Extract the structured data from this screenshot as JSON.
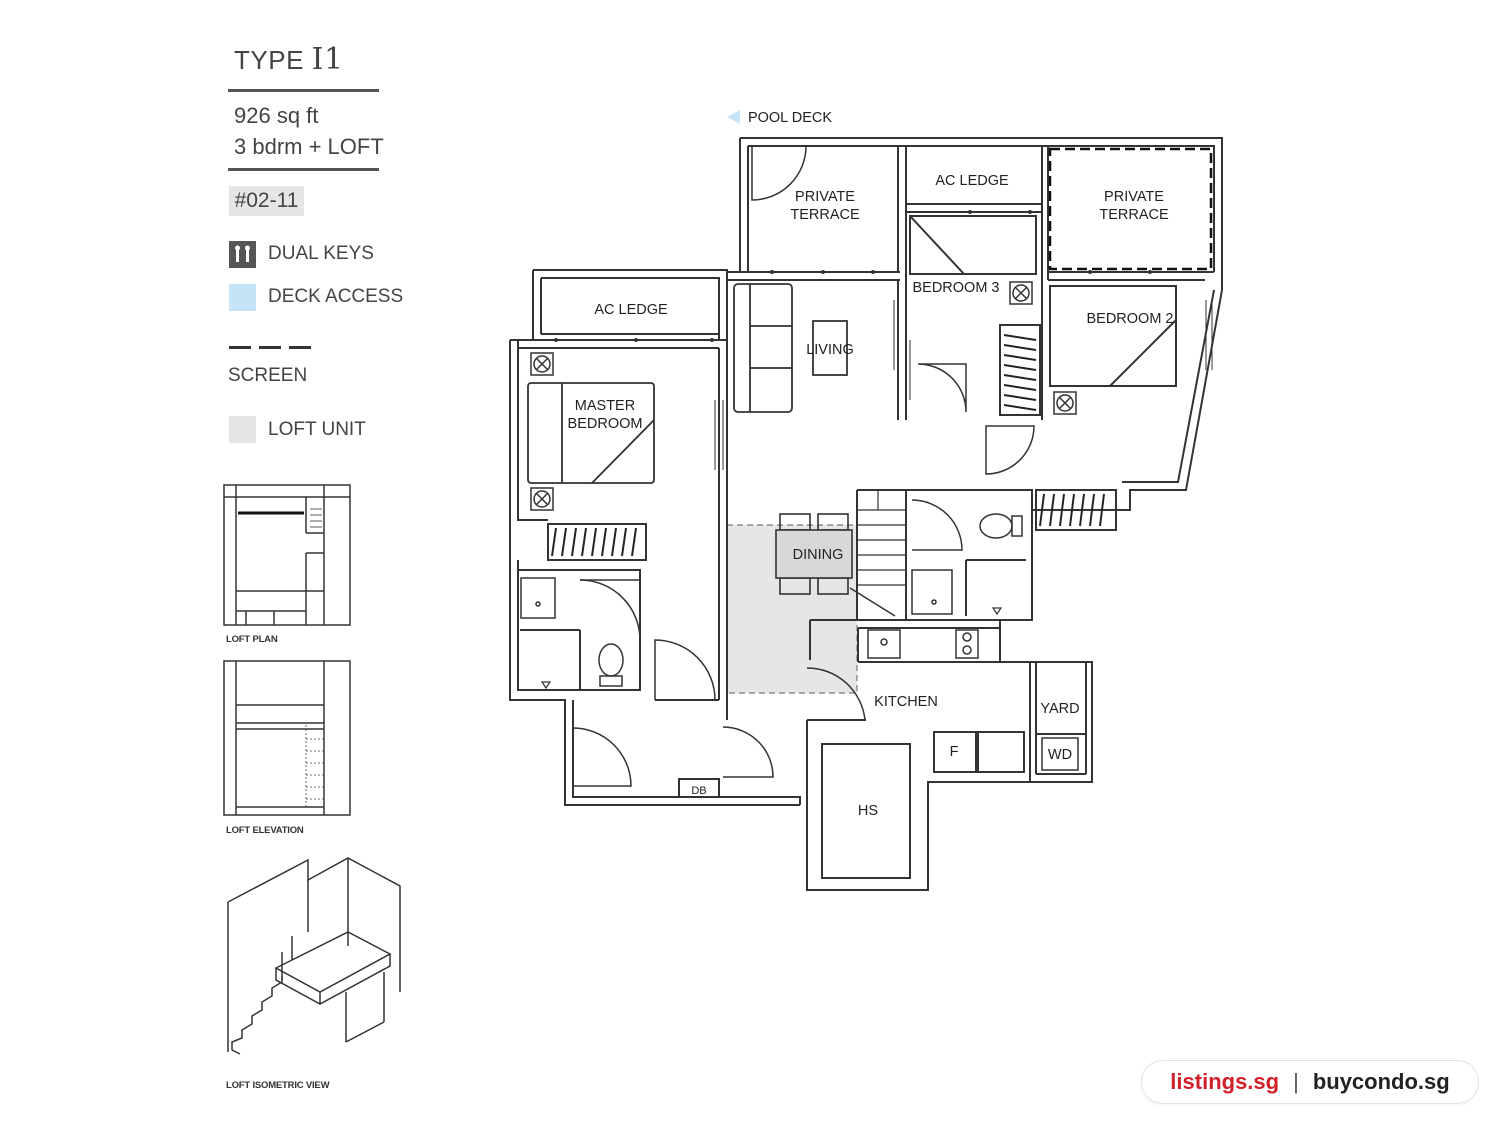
{
  "header": {
    "type_prefix": "TYPE",
    "type_code": "I1",
    "area": "926 sq ft",
    "bedrooms": "3 bdrm + LOFT",
    "unit_number": "#02-11"
  },
  "legend": {
    "dual_keys": "DUAL KEYS",
    "deck_access": "DECK ACCESS",
    "screen": "SCREEN",
    "loft_unit": "LOFT UNIT",
    "colors": {
      "dual_keys": "#555555",
      "deck_access": "#c5e4f7",
      "loft_unit": "#e6e6e6"
    }
  },
  "thumbnails": {
    "loft_plan": "LOFT PLAN",
    "loft_elevation": "LOFT ELEVATION",
    "loft_isometric": "LOFT ISOMETRIC VIEW"
  },
  "rooms": {
    "pool_deck": "POOL DECK",
    "private_terrace_1_l1": "PRIVATE",
    "private_terrace_1_l2": "TERRACE",
    "ac_ledge_top": "AC LEDGE",
    "private_terrace_2_l1": "PRIVATE",
    "private_terrace_2_l2": "TERRACE",
    "ac_ledge_left": "AC LEDGE",
    "bedroom_3": "BEDROOM 3",
    "bedroom_2": "BEDROOM 2",
    "living": "LIVING",
    "master_l1": "MASTER",
    "master_l2": "BEDROOM",
    "dining": "DINING",
    "kitchen": "KITCHEN",
    "yard": "YARD",
    "wd": "WD",
    "fridge": "F",
    "db": "DB",
    "hs": "HS"
  },
  "branding": {
    "site_1": "listings.sg",
    "separator": "|",
    "site_2": "buycondo.sg"
  }
}
